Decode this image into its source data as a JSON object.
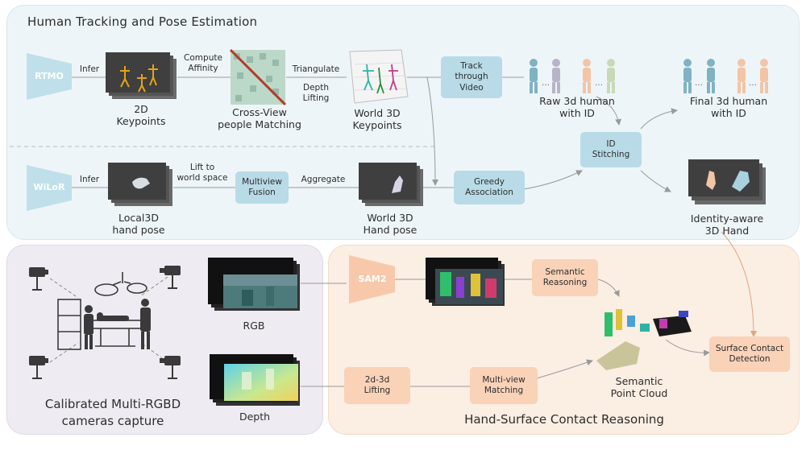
{
  "sections": {
    "tracking_title": "Human Tracking and Pose Estimation",
    "capture_title": "Calibrated Multi-RGBD\ncameras capture",
    "contact_title": "Hand-Surface Contact Reasoning"
  },
  "models": {
    "rtmo": "RTMO",
    "wilor": "WiLoR",
    "sam2": "SAM2"
  },
  "edges": {
    "infer_top": "Infer",
    "compute_affinity": "Compute\nAffinity",
    "triangulate": "Triangulate",
    "depth_lifting": "Depth\nLifting",
    "infer_bottom": "Infer",
    "lift_world": "Lift to\nworld space",
    "aggregate": "Aggregate"
  },
  "boxes": {
    "track": "Track\nthrough\nVideo",
    "id_stitching": "ID\nStitching",
    "multiview_fusion": "Multiview\nFusion",
    "greedy": "Greedy\nAssociation",
    "semantic_reasoning": "Semantic\nReasoning",
    "lifting_2d3d": "2d-3d\nLifting",
    "multiview_matching": "Multi-view\nMatching",
    "surface_contact": "Surface Contact\nDetection"
  },
  "labels": {
    "kp2d": "2D\nKeypoints",
    "cross_view": "Cross-View\npeople Matching",
    "world3d_kp": "World 3D\nKeypoints",
    "raw_human": "Raw 3d human\nwith ID",
    "final_human": "Final 3d human\nwith ID",
    "local_hand": "Local3D\nhand pose",
    "world_hand": "World 3D\nHand pose",
    "identity_hand": "Identity-aware\n3D Hand",
    "rgb": "RGB",
    "depth": "Depth",
    "semantic_cloud": "Semantic\nPoint Cloud"
  },
  "colors": {
    "top_panel": "#eef5f8",
    "left_panel": "#eeecf2",
    "right_panel": "#fbeee3",
    "blue_box": "#b8dbe7",
    "peach_box": "#f9d2b8",
    "wire": "#9a9a9a",
    "wire_orange": "#e8b596"
  }
}
